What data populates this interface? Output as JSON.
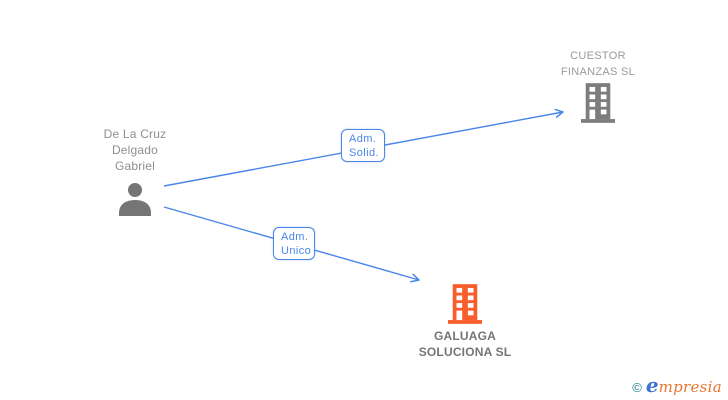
{
  "person": {
    "name_lines": [
      "De La Cruz",
      "Delgado",
      "Gabriel"
    ]
  },
  "edges": [
    {
      "label_lines": [
        "Adm.",
        "Solid."
      ]
    },
    {
      "label_lines": [
        "Adm.",
        "Unico"
      ]
    }
  ],
  "companies": [
    {
      "name_lines": [
        "CUESTOR",
        "FINANZAS SL"
      ],
      "highlight": false
    },
    {
      "name_lines": [
        "GALUAGA",
        "SOLUCIONA SL"
      ],
      "highlight": true
    }
  ],
  "footer": {
    "copyright": "©",
    "brand_initial": "e",
    "brand_rest": "mpresia"
  },
  "colors": {
    "edge": "#4a86e8",
    "edge_label_text": "#4a86e8",
    "person_icon": "#757575",
    "person_text": "#8f8f8f",
    "company_gray_icon": "#7d7d7d",
    "company_gray_text": "#9a9a9a",
    "company_highlight_icon": "#f95d2c",
    "company_highlight_text": "#757575",
    "logo_copyright": "#1a7f8e",
    "logo_initial": "#3b74d1",
    "logo_rest": "#e8762d"
  }
}
